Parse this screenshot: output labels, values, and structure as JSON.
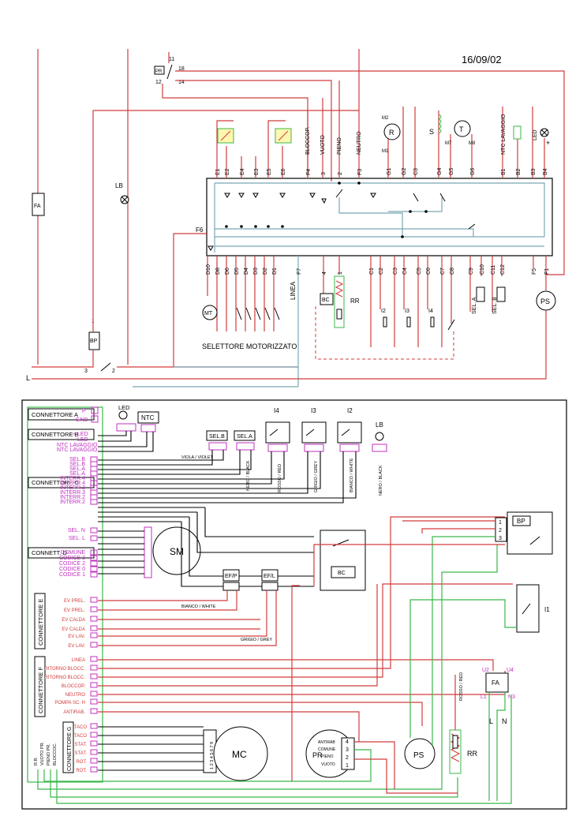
{
  "date": "16/09/02",
  "top": {
    "relay_pr": "PR",
    "relay_pins": [
      "11",
      "12",
      "18",
      "14"
    ],
    "fa": "FA",
    "lb": "LB",
    "bp": "BP",
    "bp_pins": [
      "3",
      "2",
      "1"
    ],
    "l": "L",
    "rr": "RR",
    "bc": "BC",
    "ps": "PS",
    "mt": "MT",
    "linea": "LINEA",
    "selettore": "SELETTORE MOTORIZZATO",
    "top_pins": [
      "E1",
      "E2",
      "E4",
      "E3",
      "E5",
      "E6",
      "F4",
      "3",
      "2",
      "F3",
      "G1",
      "G2",
      "C3",
      "G4",
      "G5",
      "G6",
      "B1",
      "B2",
      "B3",
      "B4"
    ],
    "top_labels": [
      "BLOCCOP.",
      "VUOTO",
      "PIENO",
      "NEUTRO",
      "NTC LAVAGGIO",
      "LED"
    ],
    "motor_labels": [
      "M2",
      "M1",
      "M7",
      "M8",
      "R",
      "S",
      "T"
    ],
    "bottom_pins": [
      "D10",
      "D8",
      "D6",
      "D5",
      "D4",
      "D3",
      "D2",
      "D1",
      "F7",
      "4",
      "1",
      "C1",
      "C2",
      "C3",
      "C4",
      "C5",
      "C6",
      "C7",
      "C8",
      "C9",
      "C10",
      "C11",
      "C12",
      "F5",
      "F1"
    ],
    "i_labels": [
      "I2",
      "I3",
      "I4"
    ],
    "sel_labels": [
      "SEL. A",
      "SEL. B"
    ],
    "f6": "F6",
    "plus": "+"
  },
  "bottom": {
    "connettore_a": "CONNETTORE A",
    "connettore_a_pins": [
      "P",
      "GND"
    ],
    "connettore_b": "CONNETTORE B",
    "connettore_b_pins": [
      "+ LED",
      "LED",
      "NTC LAVAGGIO",
      "NTC LAVAGGIO"
    ],
    "connettore_c": "CONNETTORE C",
    "connettore_c_pins": [
      "SEL.B",
      "SEL.B",
      "SEL.A",
      "SEL.A",
      "INTERR.4",
      "INTERR.4",
      "INTERR.3",
      "INTERR.3",
      "INTERR.2",
      "INTERR.2"
    ],
    "connettore_d": "CONNETT. D",
    "connettore_d_pins": [
      "SEL. N",
      "SEL. L",
      "COMUNE",
      "CODICE 3",
      "CODICE 2",
      "CODICE 0",
      "CODICE 1"
    ],
    "connettore_e": "CONNETTORE E",
    "connettore_e_pins": [
      "EV PREL.",
      "EV PREL.",
      "EV CALDA",
      "EV CALDA",
      "EV LAV.",
      "EV LAV."
    ],
    "connettore_f": "CONNETTORE F",
    "connettore_f_pins": [
      "LINEA",
      "RITORNO BLOCC.",
      "RITORNO BLOCC.",
      "BLOCCOP.",
      "NEUTRO",
      "POMPA SC. H",
      "ANTIRAB."
    ],
    "connettore_g": "CONNETTORE G",
    "connettore_g_pins": [
      "TACO",
      "TACO",
      "STAT.",
      "STAT.",
      "ROT.",
      "ROT."
    ],
    "left_labels": [
      "R.R.",
      "VUOTO PR.",
      "PIENO PR.",
      "BLOCCOC."
    ],
    "led": "LED",
    "ntc": "NTC",
    "sel_b": "SEL.B",
    "sel_a": "SEL.A",
    "i4": "I4",
    "i3": "I3",
    "i2": "I2",
    "lb": "LB",
    "wire_viola": "VIOLA / VIOLET",
    "wire_nero": "NERO / BLACK",
    "wire_rosso": "ROSSO / RED",
    "wire_grigio": "GRIGIO / GREY",
    "wire_bianco": "BIANCO / WHITE",
    "wire_nero2": "NERO / BLACK",
    "sm": "SM",
    "bc": "BC",
    "efp": "EF/P",
    "efl": "EF/L",
    "efp_wire": "BIANCO / WHITE",
    "efl_wire": "GRIGIO / GREY",
    "bp": "BP",
    "i1": "I1",
    "fa": "FA",
    "fa_pins": [
      "U2",
      "U4",
      "L1",
      "N3"
    ],
    "l": "L",
    "n": "N",
    "mc": "MC",
    "mc_pins": "1 2 3 4 5 6 7 8",
    "pr": "PR",
    "pr_pins": [
      "ANTIRAB",
      "COMUNE",
      "PIENO",
      "VUOTO"
    ],
    "pr_nums": [
      "4",
      "3",
      "2",
      "1"
    ],
    "ps": "PS",
    "rr": "RR",
    "rosso_red": "ROSSO / RED"
  }
}
